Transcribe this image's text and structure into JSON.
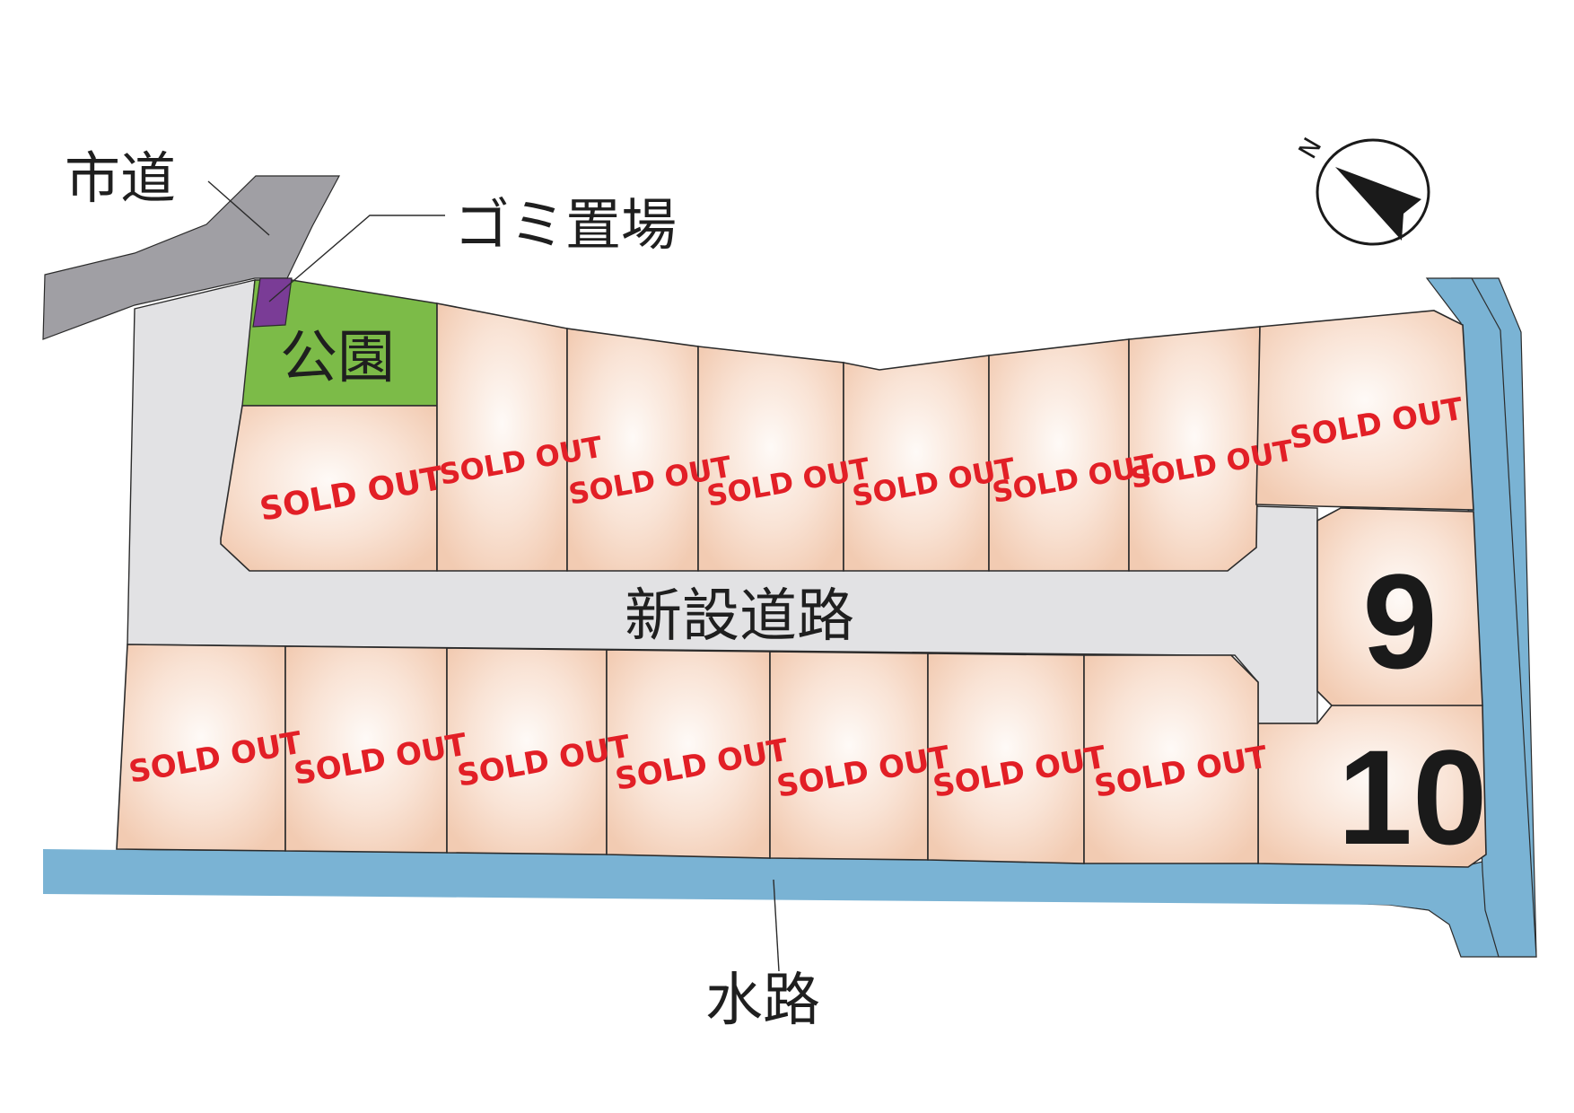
{
  "labels": {
    "city_road": "市道",
    "garbage": "ゴミ置場",
    "park": "公園",
    "new_road": "新設道路",
    "waterway": "水路",
    "north": "N"
  },
  "sold_label": "SOLD OUT",
  "lots_top": [
    {
      "status": "sold"
    },
    {
      "status": "sold"
    },
    {
      "status": "sold"
    },
    {
      "status": "sold"
    },
    {
      "status": "sold"
    },
    {
      "status": "sold"
    },
    {
      "status": "sold"
    },
    {
      "status": "sold"
    }
  ],
  "lots_bottom": [
    {
      "status": "sold"
    },
    {
      "status": "sold"
    },
    {
      "status": "sold"
    },
    {
      "status": "sold"
    },
    {
      "status": "sold"
    },
    {
      "status": "sold"
    },
    {
      "status": "sold"
    }
  ],
  "lots_available": [
    {
      "number": "9"
    },
    {
      "number": "10"
    }
  ],
  "colors": {
    "lot_center": "#fdf1ea",
    "lot_edge": "#f3cdb5",
    "road": "#e2e2e4",
    "city_road": "#a09fa4",
    "park": "#7cbb48",
    "garbage": "#7a3c96",
    "water": "#7ab3d4",
    "sold_text": "#e21f26"
  }
}
